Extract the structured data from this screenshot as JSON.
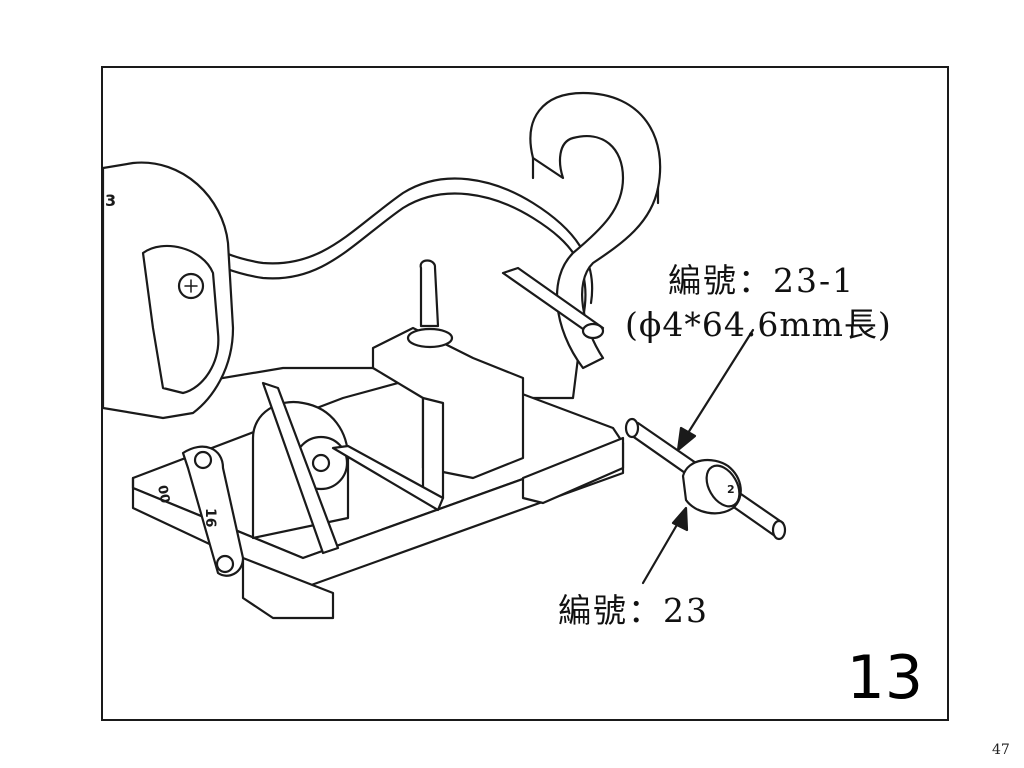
{
  "slide": {
    "page_number": "47",
    "step_number": "13"
  },
  "callouts": {
    "part_a": {
      "line1": "編號：23-1",
      "line2": "(ϕ4*64.6mm長)"
    },
    "part_b": {
      "text": "編號：23"
    }
  },
  "part_markings": [
    "3",
    "16",
    "00",
    "2"
  ],
  "colors": {
    "line": "#1a1a1a",
    "background": "#ffffff"
  }
}
